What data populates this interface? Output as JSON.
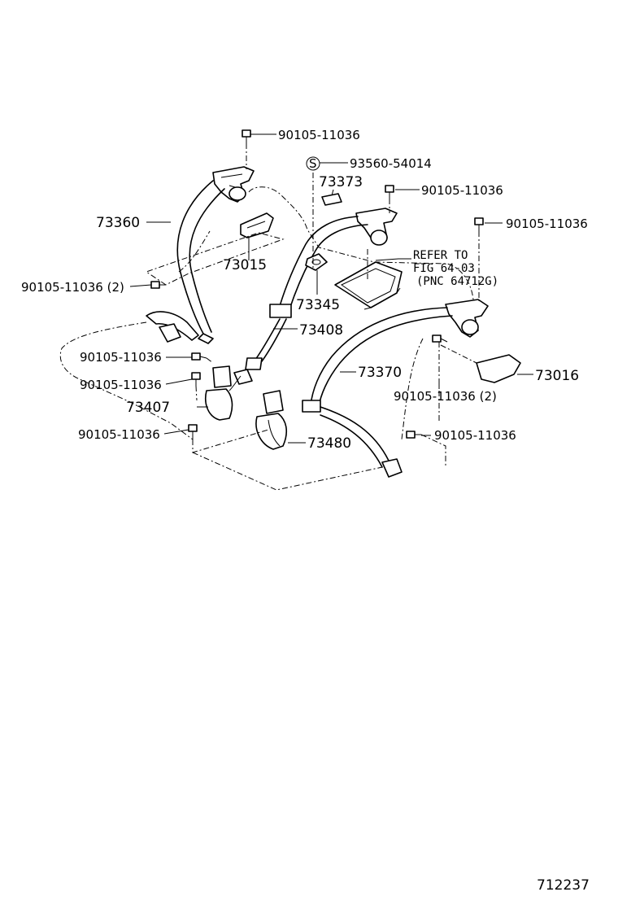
{
  "labels": {
    "bolt_top_left": "90105-11036",
    "stud_s": "S",
    "stud_part": "93560-54014",
    "p73373": "73373",
    "bolt_center": "90105-11036",
    "bolt_right": "90105-11036",
    "p73360": "73360",
    "p73015": "73015",
    "refer_line1": "REFER TO",
    "refer_line2": "FIG 64-03",
    "refer_line3": "(PNC 64712G)",
    "bolt_left_2": "90105-11036 (2)",
    "p73345": "73345",
    "p73408": "73408",
    "bolt_left_a": "90105-11036",
    "p73370": "73370",
    "p73016": "73016",
    "bolt_left_b": "90105-11036",
    "bolt_right_2": "90105-11036 (2)",
    "p73407": "73407",
    "bolt_left_c": "90105-11036",
    "bolt_right_low": "90105-11036",
    "p73480": "73480",
    "figure_id": "712237"
  }
}
